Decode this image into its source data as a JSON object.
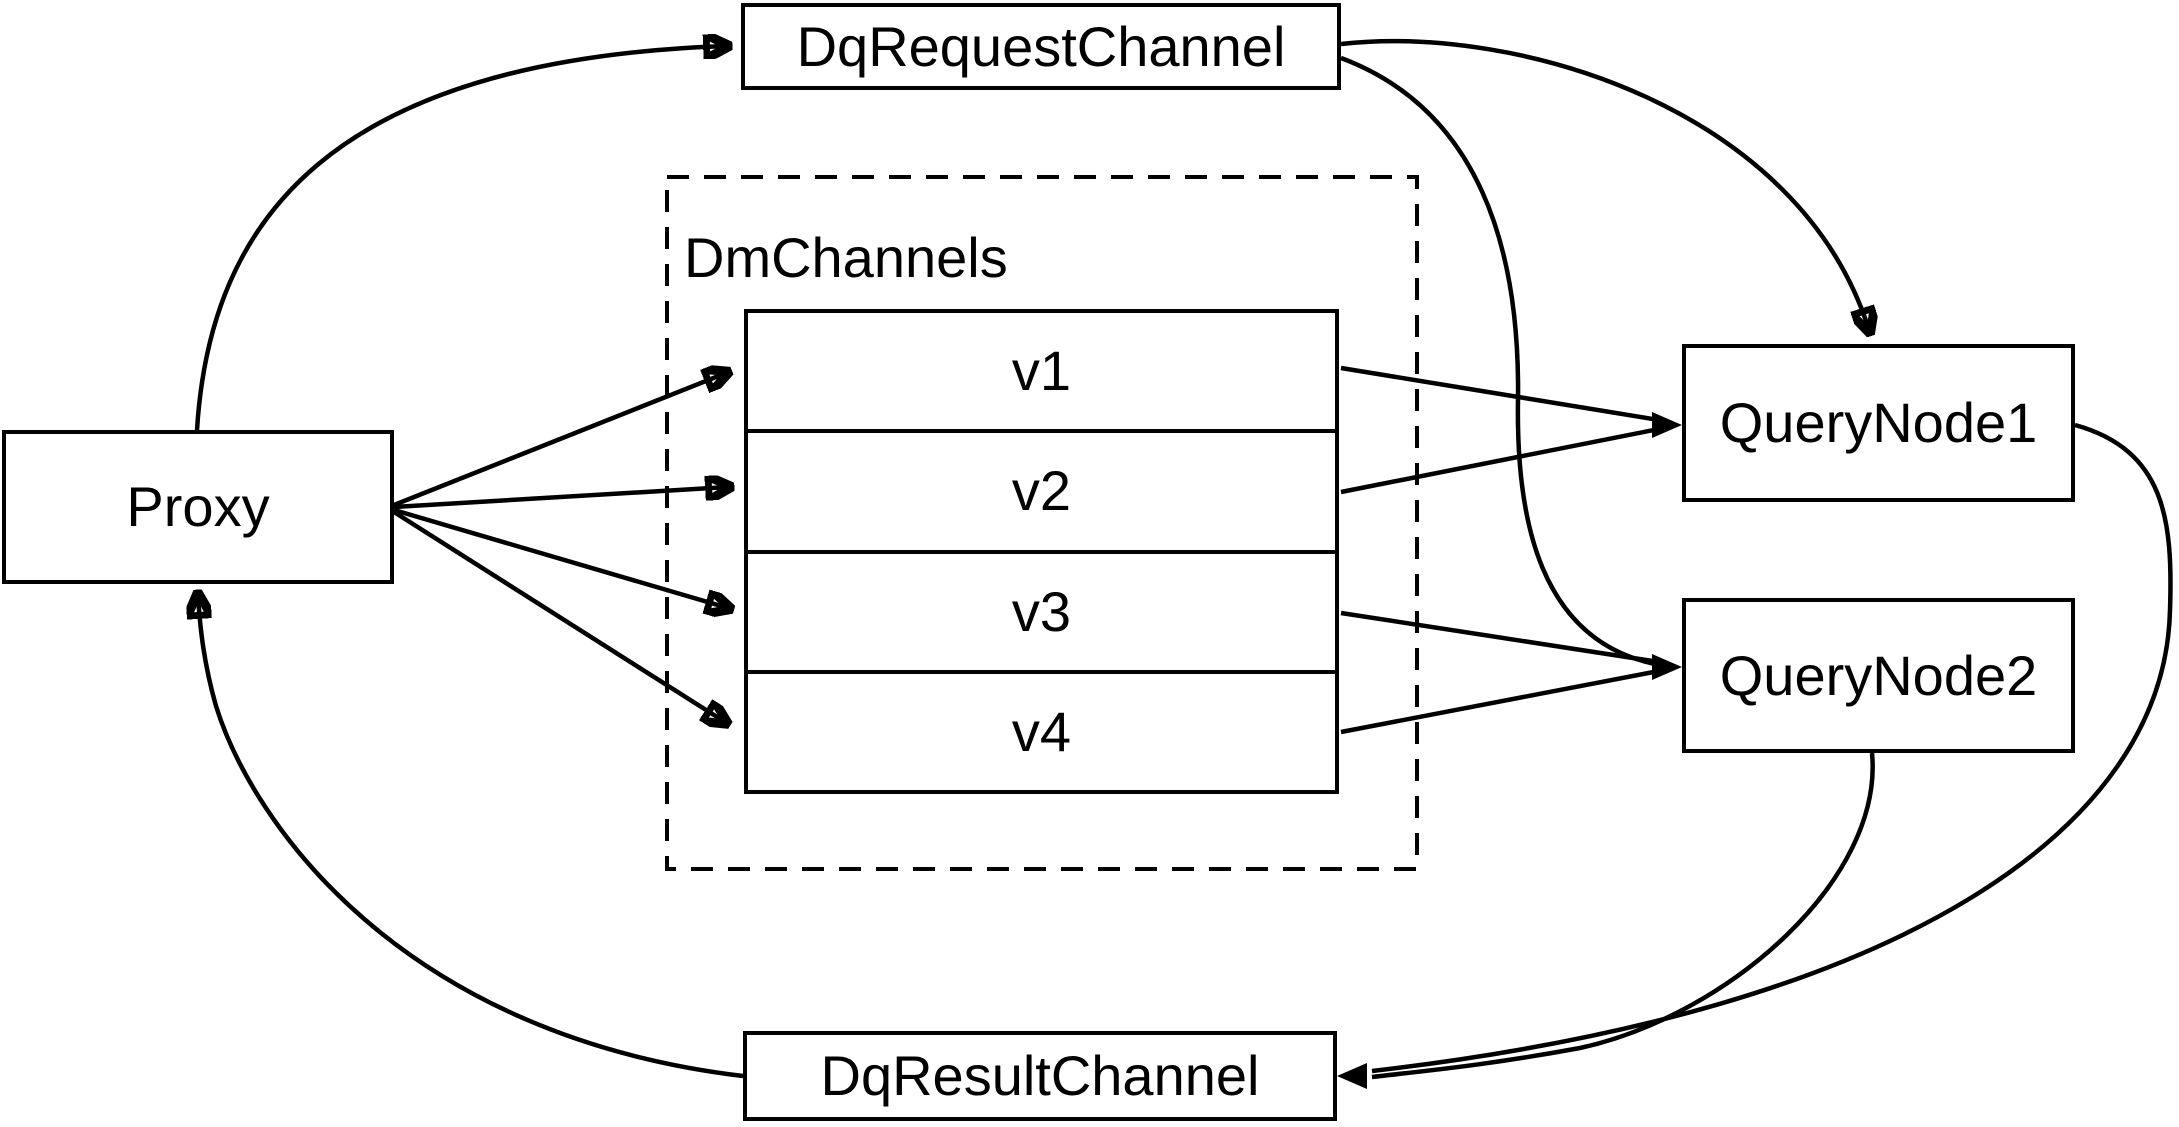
{
  "diagram": {
    "nodes": {
      "proxy": {
        "label": "Proxy"
      },
      "dq_request_channel": {
        "label": "DqRequestChannel"
      },
      "dm_channels": {
        "label": "DmChannels",
        "channels": [
          "v1",
          "v2",
          "v3",
          "v4"
        ]
      },
      "query_node_1": {
        "label": "QueryNode1"
      },
      "query_node_2": {
        "label": "QueryNode2"
      },
      "dq_result_channel": {
        "label": "DqResultChannel"
      }
    },
    "edges": [
      {
        "from": "Proxy",
        "to": "DqRequestChannel"
      },
      {
        "from": "Proxy",
        "to": "v1"
      },
      {
        "from": "Proxy",
        "to": "v2"
      },
      {
        "from": "Proxy",
        "to": "v3"
      },
      {
        "from": "Proxy",
        "to": "v4"
      },
      {
        "from": "v1",
        "to": "QueryNode1"
      },
      {
        "from": "v2",
        "to": "QueryNode1"
      },
      {
        "from": "v3",
        "to": "QueryNode2"
      },
      {
        "from": "v4",
        "to": "QueryNode2"
      },
      {
        "from": "DqRequestChannel",
        "to": "QueryNode1"
      },
      {
        "from": "DqRequestChannel",
        "to": "QueryNode2"
      },
      {
        "from": "QueryNode1",
        "to": "DqResultChannel"
      },
      {
        "from": "QueryNode2",
        "to": "DqResultChannel"
      },
      {
        "from": "DqResultChannel",
        "to": "Proxy"
      }
    ],
    "colors": {
      "stroke": "#000000",
      "background": "#ffffff",
      "node_fill": "#ffffff",
      "text": "#000000"
    }
  }
}
